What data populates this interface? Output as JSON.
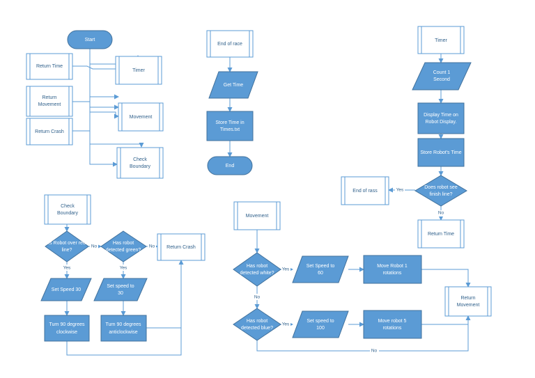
{
  "nodes": {
    "start": "Start",
    "return_time_main": "Return Time",
    "timer_main": "Timer",
    "return_movement_main": [
      "Return",
      "Movement"
    ],
    "movement_main": "Movement",
    "return_crash_main": "Return Crash",
    "check_boundary_main": [
      "Check",
      "Boundary"
    ],
    "end_of_race": "End of race",
    "get_time": "Get Time",
    "store_time": [
      "Store Time in",
      "Times.txt"
    ],
    "end": "End",
    "timer_sub": "Timer",
    "count_second": [
      "Count 1",
      "Second"
    ],
    "display_time": [
      "Display Time on",
      "Robot Display."
    ],
    "store_robot_time": "Store Robot's Time",
    "finish_line": [
      "Does robot see",
      "finish line?"
    ],
    "end_of_rass": "End of rass",
    "return_time_sub": "Return Time",
    "check_boundary_sub": [
      "Check",
      "Boundary"
    ],
    "over_red": [
      "Is Robot over red",
      "line?"
    ],
    "detected_green": [
      "Has robot",
      "detected green?"
    ],
    "return_crash_sub": "Return Crash",
    "set_speed_30": "Set Speed 30",
    "set_speed_to_30": [
      "Set speed to",
      "30"
    ],
    "turn_clockwise": [
      "Turn 90 degrees",
      "clockwise"
    ],
    "turn_anticlockwise": [
      "Turn 90 degrees",
      "anticlockwise"
    ],
    "movement_sub": "Movement",
    "detected_white": [
      "Has robot",
      "detected white?"
    ],
    "set_speed_60": [
      "Set Speed to",
      "60"
    ],
    "move_robot_1": [
      "Move Robot 1",
      "rotations"
    ],
    "detected_blue": [
      "Has robot",
      "detected blue?"
    ],
    "set_speed_100": [
      "Set speed to",
      "100"
    ],
    "move_robot_5": [
      "Move robot 5",
      "rotations"
    ],
    "return_movement_sub": [
      "Return",
      "Movement"
    ]
  },
  "edge_labels": {
    "yes": "Yes",
    "no": "No"
  }
}
